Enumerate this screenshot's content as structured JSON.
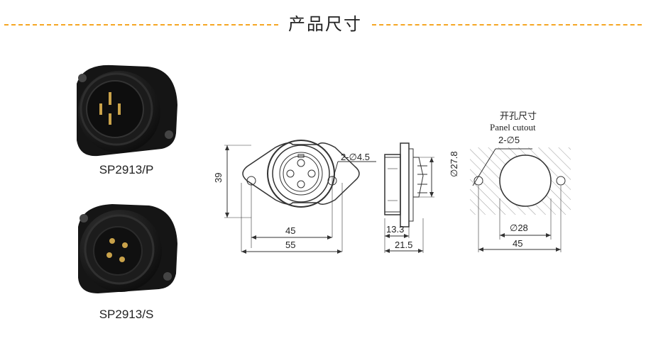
{
  "header": {
    "title": "产品尺寸"
  },
  "products": [
    {
      "label": "SP2913/P"
    },
    {
      "label": "SP2913/S"
    }
  ],
  "front_view": {
    "height_dim": "39",
    "hole_callout": "2-∅4.5",
    "inner_width_dim": "45",
    "outer_width_dim": "55"
  },
  "side_view": {
    "diameter_dim": "∅27.8",
    "depth_small_dim": "13.3",
    "depth_total_dim": "21.5"
  },
  "panel_cutout": {
    "title_cn": "开孔尺寸",
    "title_en": "Panel cutout",
    "hole_callout": "2-∅5",
    "center_diameter_dim": "∅28",
    "width_dim": "45"
  }
}
